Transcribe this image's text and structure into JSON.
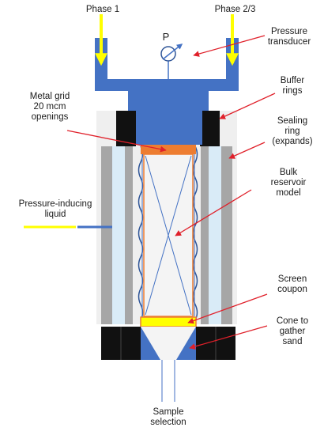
{
  "labels": {
    "phase1": "Phase 1",
    "phase23": "Phase 2/3",
    "p_symbol": "P",
    "pressure_transducer": "Pressure\ntransducer",
    "buffer_rings": "Buffer\nrings",
    "metal_grid": "Metal grid\n20 mcm\nopenings",
    "sealing_ring": "Sealing\nring\n(expands)",
    "bulk_reservoir": "Bulk\nreservoir\nmodel",
    "pressure_liquid": "Pressure-inducing\nliquid",
    "screen_coupon": "Screen\ncoupon",
    "cone": "Cone to\ngather\nsand",
    "sample_selection": "Sample\nselection"
  },
  "colors": {
    "blue": "#4472c4",
    "yellow": "#ffff00",
    "orange": "#ed7d31",
    "red": "#e0202a",
    "dark": "#111111",
    "gray": "#a6a6a6",
    "light_gray": "#efefef",
    "pale_blue": "#d9ebf7"
  }
}
